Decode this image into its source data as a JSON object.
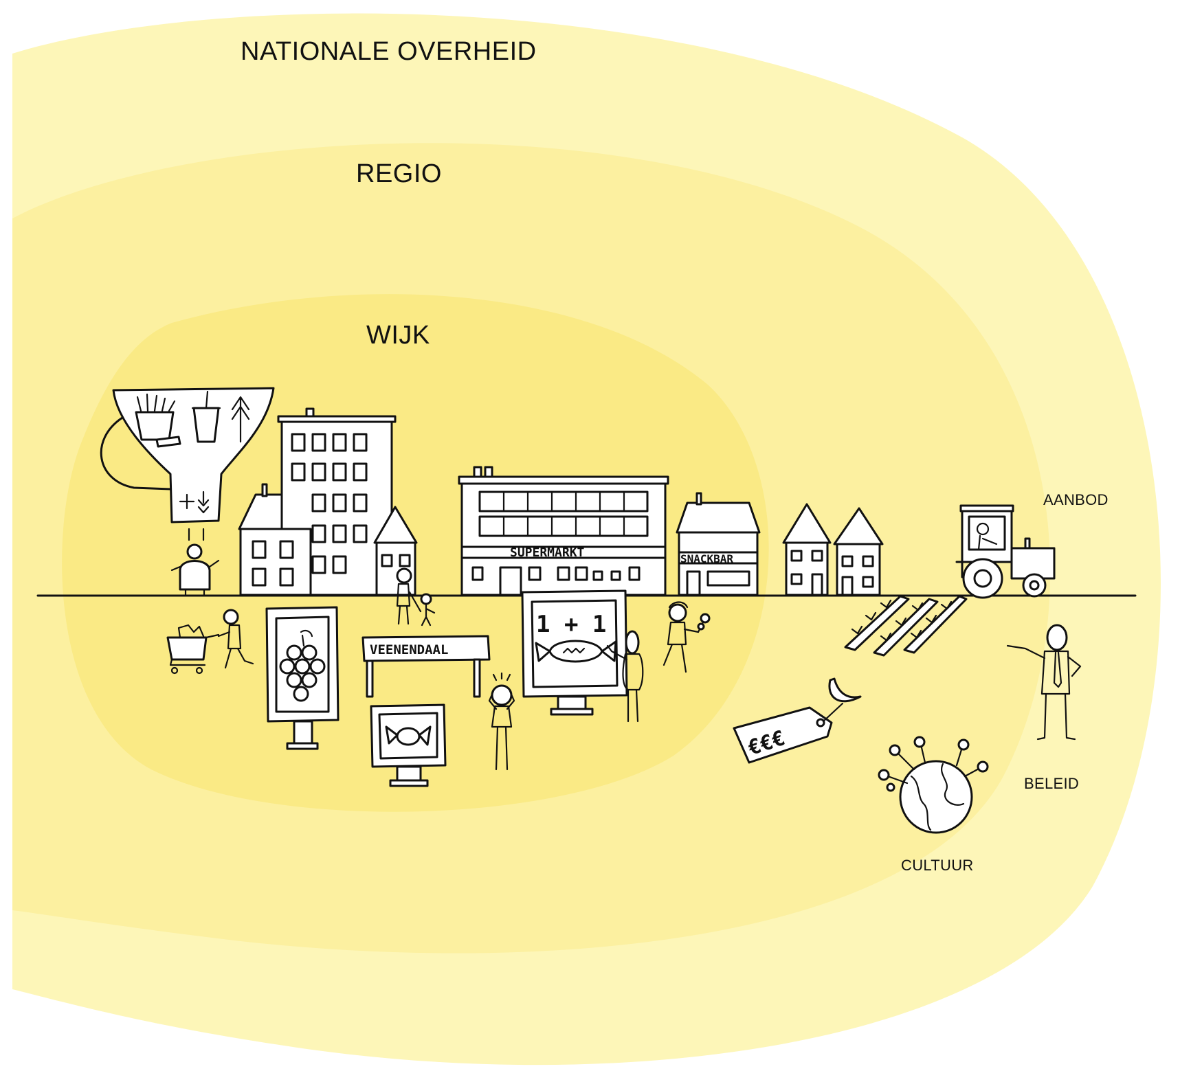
{
  "colors": {
    "outer_ring": "#fdf6b8",
    "middle_ring": "#fcf0a0",
    "inner_ring": "#faea85",
    "ink": "#111111"
  },
  "rings": {
    "national": "NATIONALE OVERHEID",
    "region": "REGIO",
    "neighbourhood": "WIJK"
  },
  "factors": {
    "supply": "AANBOD",
    "policy": "BELEID",
    "culture": "CULTUUR"
  },
  "buildings": {
    "supermarket_sign": "SUPERMARKT",
    "snackbar_sign": "SNACKBAR"
  },
  "town_sign": "VEENENDAAL",
  "billboard_promo": "1 + 1",
  "price_tag": "€€€",
  "icons": [
    "funnel-icon",
    "fries-icon",
    "soda-cup-icon",
    "candy-icon",
    "grapes-icon",
    "tractor-icon",
    "globe-icon",
    "banana-icon",
    "shopping-cart-icon"
  ]
}
